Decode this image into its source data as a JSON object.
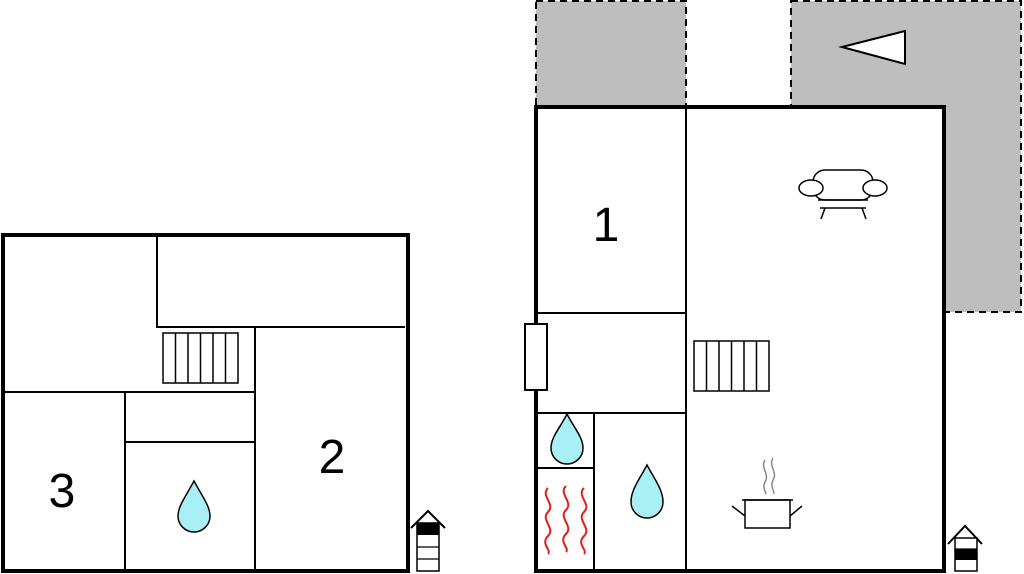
{
  "floor_plans": [
    {
      "id": "upper",
      "rooms": [
        {
          "number": "3",
          "kind": "bedroom"
        },
        {
          "number": "2",
          "kind": "bedroom"
        },
        {
          "number": "",
          "kind": "bathroom",
          "icon": "water-drop-icon"
        }
      ],
      "icons": [
        "stairs-icon",
        "water-drop-icon",
        "floor-level-icon"
      ],
      "floor_indicator": "upper"
    },
    {
      "id": "ground",
      "rooms": [
        {
          "number": "1",
          "kind": "bedroom"
        },
        {
          "number": "",
          "kind": "living",
          "icon": "sofa-icon"
        },
        {
          "number": "",
          "kind": "kitchen",
          "icon": "cooking-pot-icon"
        },
        {
          "number": "",
          "kind": "bathroom",
          "icon": "water-drop-icon"
        },
        {
          "number": "",
          "kind": "sauna",
          "icon": "heat-waves-icon"
        }
      ],
      "icons": [
        "stairs-icon",
        "sofa-icon",
        "cooking-pot-icon",
        "water-drop-icon",
        "heat-waves-icon",
        "entrance-arrow-icon",
        "floor-level-icon"
      ],
      "terraces": 2,
      "floor_indicator": "ground"
    }
  ],
  "colors": {
    "wall": "#000000",
    "terrace": "#bebebe",
    "water": "#a8f0f5",
    "heat": "#e02020",
    "background": "#ffffff"
  }
}
